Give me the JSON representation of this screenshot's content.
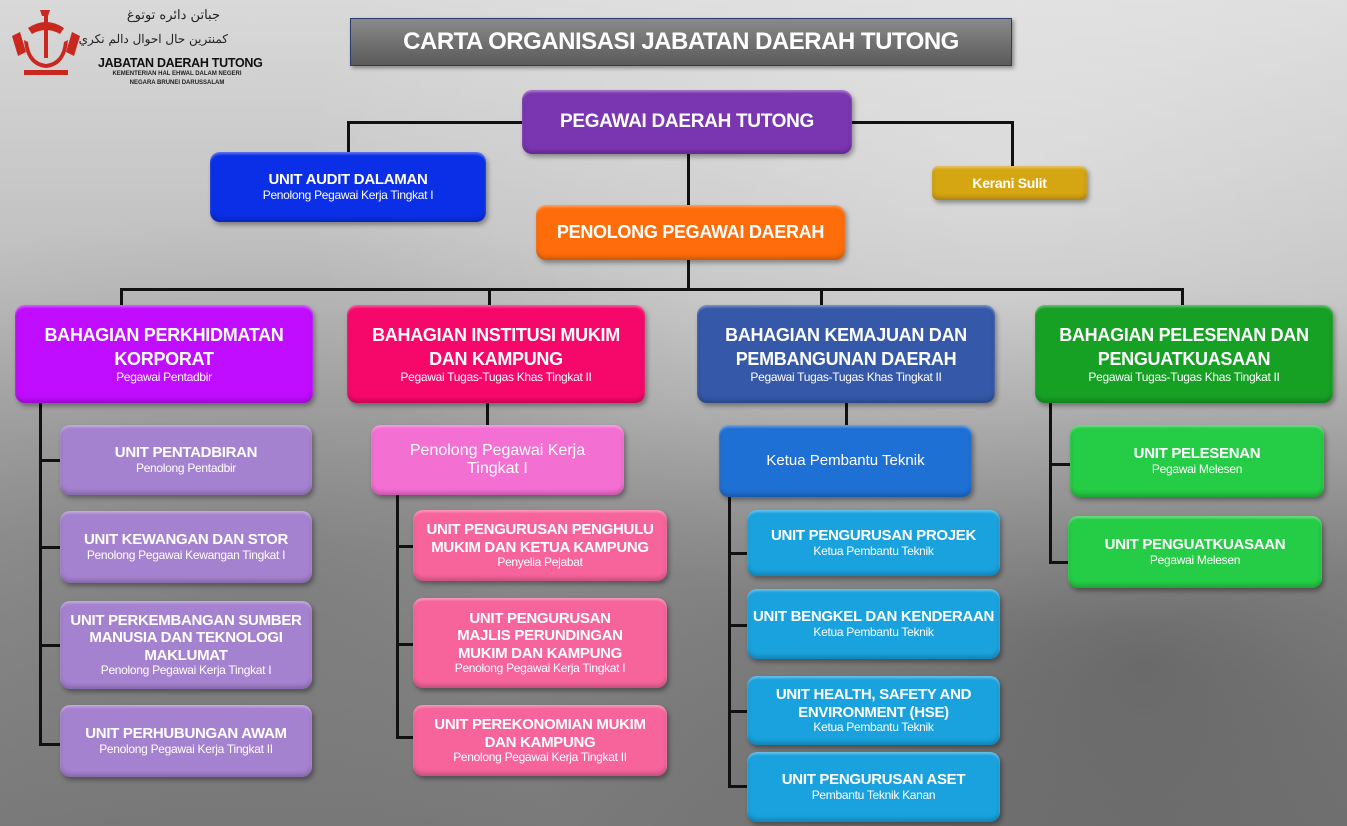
{
  "logo": {
    "arabic_1": "جباتن دائره توتوغ",
    "arabic_2": "كمنترين حال احوال دالم نكري",
    "name": "JABATAN DAERAH TUTONG",
    "ministry": "KEMENTERIAN HAL EHWAL DALAM NEGERI",
    "country": "NEGARA BRUNEI DARUSSALAM"
  },
  "title": "CARTA ORGANISASI JABATAN DAERAH TUTONG",
  "top": {
    "pegawai": "PEGAWAI DAERAH TUTONG",
    "audit": {
      "title": "UNIT AUDIT DALAMAN",
      "sub": "Penolong Pegawai Kerja Tingkat I"
    },
    "kerani": "Kerani Sulit",
    "penolong": "PENOLONG PEGAWAI DAERAH"
  },
  "divisions": [
    {
      "title": "BAHAGIAN PERKHIDMATAN KORPORAT",
      "sub": "Pegawai Pentadbir",
      "units": [
        {
          "title": "UNIT PENTADBIRAN",
          "sub": "Penolong Pentadbir"
        },
        {
          "title": "UNIT KEWANGAN DAN STOR",
          "sub": "Penolong Pegawai Kewangan Tingkat I"
        },
        {
          "title": "UNIT PERKEMBANGAN SUMBER MANUSIA DAN TEKNOLOGI MAKLUMAT",
          "sub": "Penolong Pegawai Kerja Tingkat I"
        },
        {
          "title": "UNIT PERHUBUNGAN AWAM",
          "sub": "Penolong Pegawai Kerja Tingkat II"
        }
      ]
    },
    {
      "title": "BAHAGIAN INSTITUSI MUKIM DAN KAMPUNG",
      "sub": "Pegawai Tugas-Tugas Khas Tingkat II",
      "head": "Penolong Pegawai Kerja Tingkat I",
      "units": [
        {
          "title": "UNIT PENGURUSAN PENGHULU MUKIM DAN KETUA KAMPUNG",
          "sub": "Penyelia Pejabat"
        },
        {
          "title": "UNIT PENGURUSAN MAJLIS PERUNDINGAN MUKIM DAN KAMPUNG",
          "sub": "Penolong Pegawai Kerja Tingkat I"
        },
        {
          "title": "UNIT PEREKONOMIAN MUKIM DAN KAMPUNG",
          "sub": "Penolong Pegawai Kerja Tingkat II"
        }
      ]
    },
    {
      "title": "BAHAGIAN KEMAJUAN DAN PEMBANGUNAN DAERAH",
      "sub": "Pegawai Tugas-Tugas Khas Tingkat II",
      "head": "Ketua Pembantu Teknik",
      "units": [
        {
          "title": "UNIT PENGURUSAN PROJEK",
          "sub": "Ketua Pembantu Teknik"
        },
        {
          "title": "UNIT BENGKEL DAN KENDERAAN",
          "sub": "Ketua Pembantu Teknik"
        },
        {
          "title": "UNIT HEALTH, SAFETY AND ENVIRONMENT (HSE)",
          "sub": "Ketua Pembantu Teknik"
        },
        {
          "title": "UNIT PENGURUSAN ASET",
          "sub": "Pembantu Teknik Kanan"
        }
      ]
    },
    {
      "title": "BAHAGIAN PELESENAN DAN PENGUATKUASAAN",
      "sub": "Pegawai Tugas-Tugas Khas Tingkat II",
      "units": [
        {
          "title": "UNIT PELESENAN",
          "sub": "Pegawai Melesen"
        },
        {
          "title": "UNIT PENGUATKUASAAN",
          "sub": "Pegawai Melesen"
        }
      ]
    }
  ]
}
